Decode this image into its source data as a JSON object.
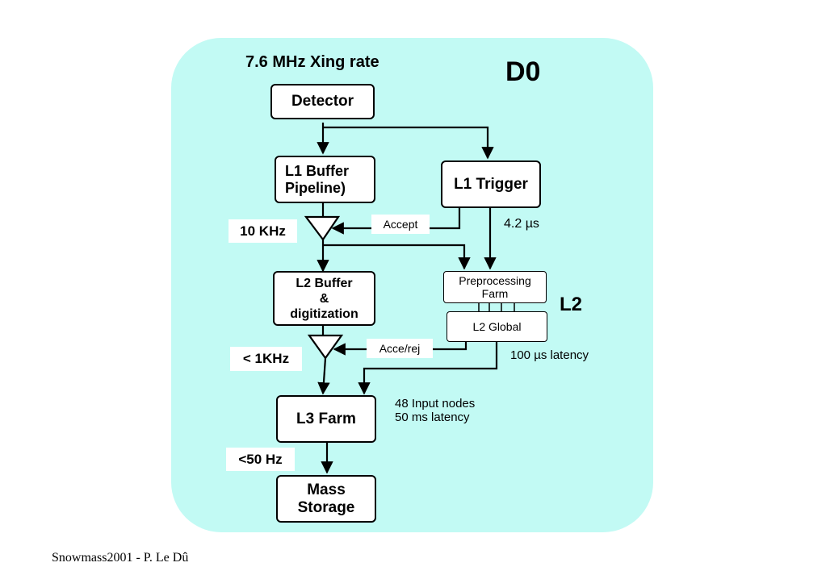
{
  "diagram": {
    "panel_color": "#c2faf4",
    "xing_rate": "7.6 MHz Xing rate",
    "experiment": "D0",
    "boxes": {
      "detector": "Detector",
      "l1_buffer": "L1 Buffer\nPipeline)",
      "l1_trigger": "L1 Trigger",
      "l2_buffer": "L2 Buffer\n&\ndigitization",
      "preprocessing": "Preprocessing\nFarm",
      "l2_global": "L2 Global",
      "l3_farm": "L3 Farm",
      "mass_storage": "Mass\nStorage"
    },
    "rates": {
      "l1_accept_rate": "10 KHz",
      "l2_accept_rate": "< 1KHz",
      "l3_accept_rate": "<50 Hz"
    },
    "signals": {
      "accept": "Accept",
      "acce_rej": "Acce/rej"
    },
    "annotations": {
      "l1_latency": "4.2 µs",
      "l2_tag": "L2",
      "l2_latency": "100  µs latency",
      "l3_info": "48 Input nodes\n50 ms latency"
    }
  },
  "footer": "Snowmass2001 - P. Le Dû"
}
